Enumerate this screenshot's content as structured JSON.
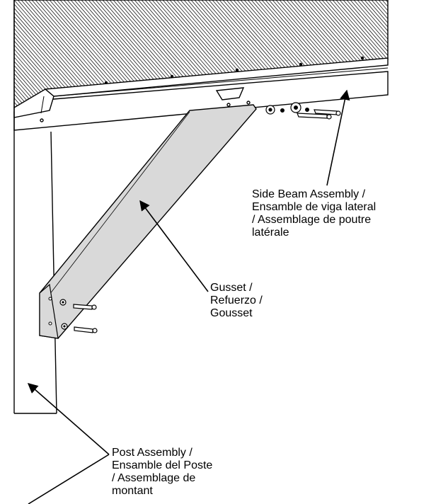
{
  "labels": {
    "side_beam": {
      "lines": [
        "Side Beam Assembly /",
        "Ensamble de viga lateral",
        "/ Assemblage de poutre",
        "latérale"
      ]
    },
    "gusset": {
      "lines": [
        "Gusset /",
        "Refuerzo /",
        "Gousset"
      ]
    },
    "post": {
      "lines": [
        "Post Assembly /",
        "Ensamble del Poste",
        "/ Assemblage de",
        "montant"
      ]
    }
  },
  "colors": {
    "line": "#000000",
    "gusset_fill": "#d9d9d9",
    "background": "#ffffff"
  }
}
